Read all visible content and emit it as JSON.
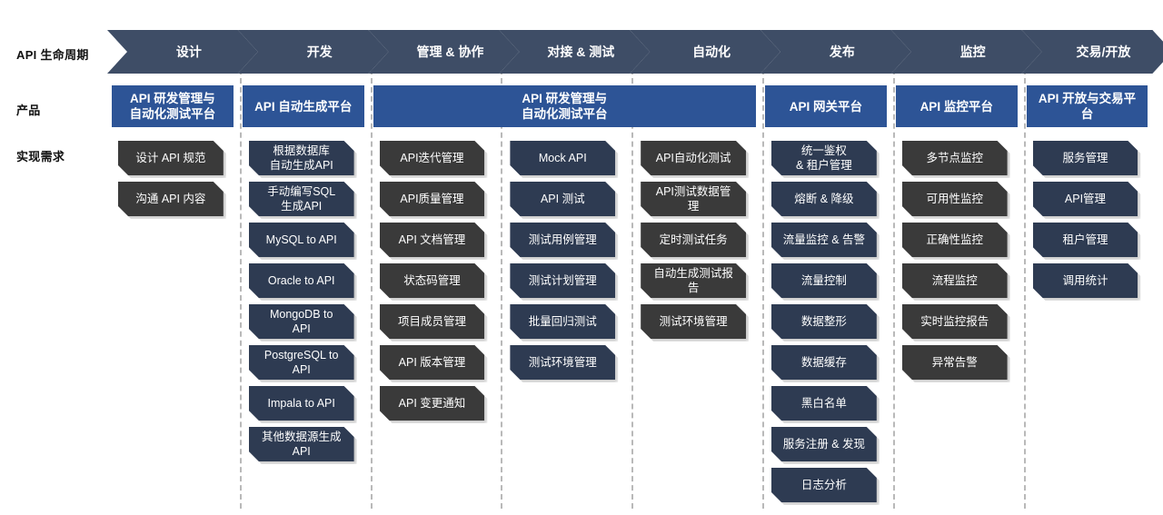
{
  "row_labels": {
    "lifecycle": "API 生命周期",
    "product": "产品",
    "requirements": "实现需求"
  },
  "colors": {
    "chevron": "#3e4d66",
    "product_band": "#2d5496",
    "chip_gray": "#3a3a3a",
    "chip_navy": "#2e3b52",
    "background": "#ffffff",
    "separator": "#b9b9b9",
    "label_text": "#111111"
  },
  "lifecycle_stages": [
    {
      "label": "设计"
    },
    {
      "label": "开发"
    },
    {
      "label": "管理 & 协作"
    },
    {
      "label": "对接 & 测试"
    },
    {
      "label": "自动化"
    },
    {
      "label": "发布"
    },
    {
      "label": "监控"
    },
    {
      "label": "交易/开放"
    }
  ],
  "products": [
    {
      "label": "API 研发管理与\n自动化测试平台",
      "span": 1
    },
    {
      "label": "API 自动生成平台",
      "span": 1
    },
    {
      "label": "API 研发管理与\n自动化测试平台",
      "span": 3
    },
    {
      "label": "API 网关平台",
      "span": 1
    },
    {
      "label": "API 监控平台",
      "span": 1
    },
    {
      "label": "API 开放与交易平\n台",
      "span": 1
    }
  ],
  "requirement_columns": [
    {
      "stage": "设计",
      "tone": "gray",
      "items": [
        "设计 API 规范",
        "沟通 API 内容"
      ]
    },
    {
      "stage": "开发",
      "tone": "navy",
      "items": [
        "根据数据库\n自动生成API",
        "手动编写SQL\n生成API",
        "MySQL to API",
        "Oracle to API",
        "MongoDB to\nAPI",
        "PostgreSQL to\nAPI",
        "Impala to API",
        "其他数据源生成\nAPI"
      ]
    },
    {
      "stage": "管理 & 协作",
      "tone": "gray",
      "items": [
        "API迭代管理",
        "API质量管理",
        "API 文档管理",
        "状态码管理",
        "项目成员管理",
        "API 版本管理",
        "API 变更通知"
      ]
    },
    {
      "stage": "对接 & 测试",
      "tone": "navy",
      "items": [
        "Mock API",
        "API 测试",
        "测试用例管理",
        "测试计划管理",
        "批量回归测试",
        "测试环境管理"
      ]
    },
    {
      "stage": "自动化",
      "tone": "gray",
      "items": [
        "API自动化测试",
        "API测试数据管\n理",
        "定时测试任务",
        "自动生成测试报\n告",
        "测试环境管理"
      ]
    },
    {
      "stage": "发布",
      "tone": "navy",
      "items": [
        "统一鉴权\n& 租户管理",
        "熔断 & 降级",
        "流量监控 & 告警",
        "流量控制",
        "数据整形",
        "数据缓存",
        "黑白名单",
        "服务注册 & 发现",
        "日志分析"
      ]
    },
    {
      "stage": "监控",
      "tone": "gray",
      "items": [
        "多节点监控",
        "可用性监控",
        "正确性监控",
        "流程监控",
        "实时监控报告",
        "异常告警"
      ]
    },
    {
      "stage": "交易/开放",
      "tone": "navy",
      "items": [
        "服务管理",
        "API管理",
        "租户管理",
        "调用统计"
      ]
    }
  ]
}
